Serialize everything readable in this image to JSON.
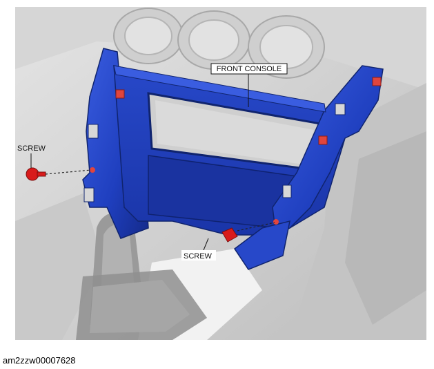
{
  "figure": {
    "labels": {
      "front_console": "FRONT CONSOLE",
      "screw_left": "SCREW",
      "screw_bottom": "SCREW"
    },
    "reference_code": "am2zzw00007628",
    "colors": {
      "console_blue": "#1f3fbf",
      "console_blue_dark": "#142a8a",
      "console_blue_light": "#3a5de0",
      "screw_red": "#d81b1b",
      "clip_red": "#e0453e",
      "interior_gray": "#d0d0d0",
      "interior_gray_dark": "#9d9d9d"
    }
  }
}
